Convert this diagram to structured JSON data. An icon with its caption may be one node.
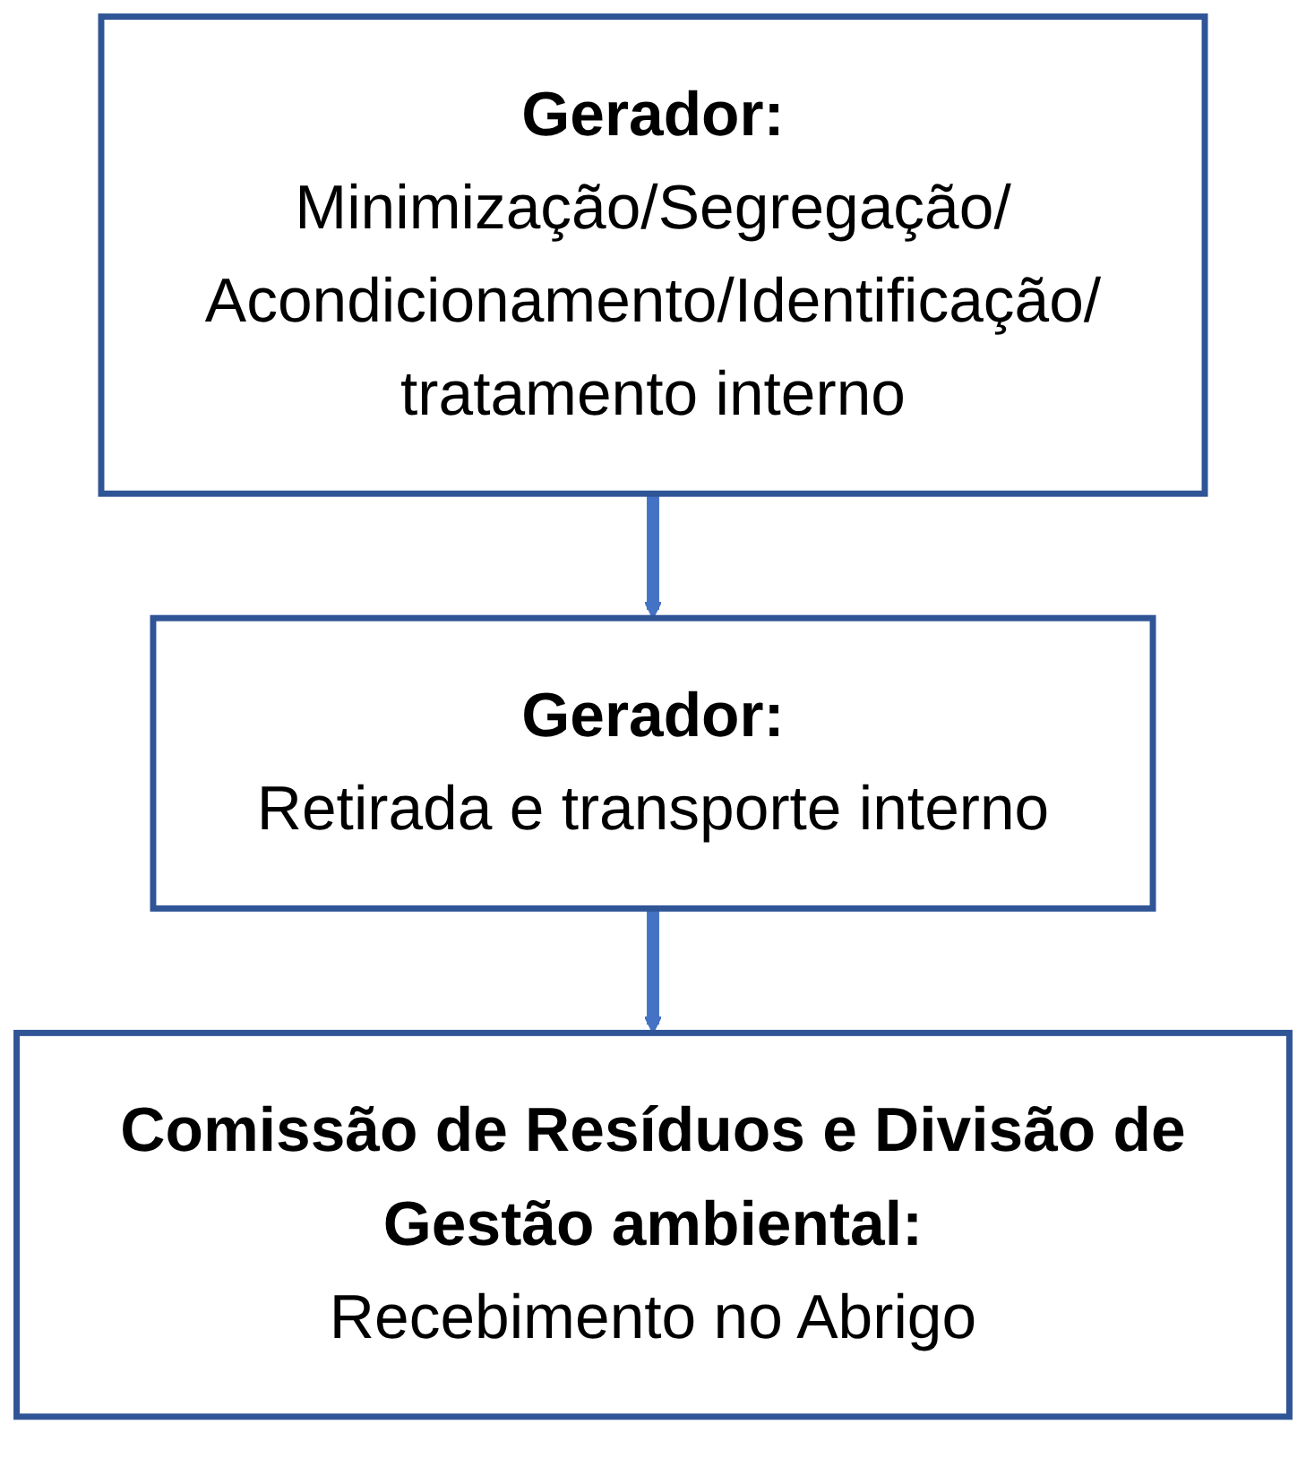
{
  "diagram": {
    "nodes": [
      {
        "text": [
          "Gerador:",
          "Minimização/Segregação/ Acondicionamento/Identificação/ tratamento interno"
        ]
      },
      {
        "text": [
          "Gerador:",
          "Retirada e transporte interno"
        ]
      },
      {
        "text": [
          "Comissão de Resíduos e Divisão de Gestão ambiental:",
          "Recebimento no Abrigo"
        ]
      }
    ],
    "edges": [
      {
        "from": 0,
        "to": 1,
        "arrow": "to"
      },
      {
        "from": 1,
        "to": 2,
        "arrow": "to"
      }
    ]
  }
}
